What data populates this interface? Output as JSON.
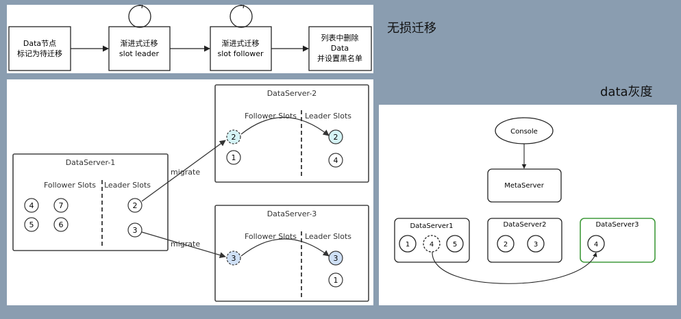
{
  "headings": {
    "lossless": "无损迁移",
    "gray": "data灰度"
  },
  "flow": {
    "steps": [
      {
        "lines": [
          "Data节点",
          "标记为待迁移"
        ]
      },
      {
        "lines": [
          "渐进式迁移",
          "slot leader"
        ]
      },
      {
        "lines": [
          "渐进式迁移",
          "slot follower"
        ]
      },
      {
        "lines": [
          "列表中删除",
          "Data",
          "并设置黑名单"
        ]
      }
    ]
  },
  "migration": {
    "ds1": {
      "title": "DataServer-1",
      "follower_label": "Follower Slots",
      "leader_label": "Leader Slots",
      "followers": [
        "4",
        "7",
        "5",
        "6"
      ],
      "leaders": [
        "2",
        "3"
      ]
    },
    "ds2": {
      "title": "DataServer-2",
      "follower_label": "Follower Slots",
      "leader_label": "Leader Slots",
      "followers": [
        "2",
        "1"
      ],
      "leaders": [
        "2",
        "4"
      ]
    },
    "ds3": {
      "title": "DataServer-3",
      "follower_label": "Follower Slots",
      "leader_label": "Leader Slots",
      "followers": [
        "3"
      ],
      "leaders": [
        "3",
        "1"
      ]
    },
    "arrow_labels": [
      "migrate",
      "migrate"
    ]
  },
  "gray_diagram": {
    "console": "Console",
    "meta": "MetaServer",
    "ds1": {
      "title": "DataServer1",
      "slots": [
        "1",
        "4",
        "5"
      ]
    },
    "ds2": {
      "title": "DataServer2",
      "slots": [
        "2",
        "3"
      ]
    },
    "ds3": {
      "title": "DataServer3",
      "slots": [
        "4"
      ]
    },
    "colors": {
      "highlight": "#3f9a3a",
      "slot_fill": "#d5f4f6",
      "slot_fill_blue": "#cfe0f6"
    }
  }
}
